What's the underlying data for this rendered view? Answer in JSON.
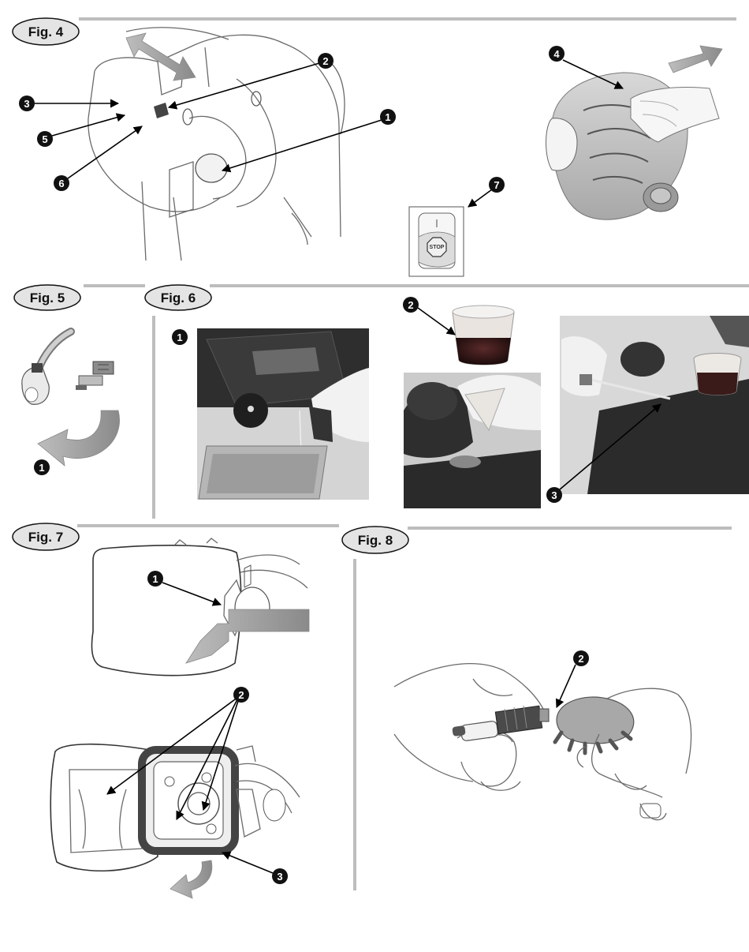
{
  "figures": [
    {
      "id": "fig4",
      "label": "Fig. 4"
    },
    {
      "id": "fig5",
      "label": "Fig. 5"
    },
    {
      "id": "fig6",
      "label": "Fig. 6"
    },
    {
      "id": "fig7",
      "label": "Fig. 7"
    },
    {
      "id": "fig8",
      "label": "Fig. 8"
    }
  ],
  "fig4": {
    "callouts": [
      "1",
      "2",
      "3",
      "4",
      "5",
      "6",
      "7"
    ],
    "switch_label": "STOP"
  },
  "fig5": {
    "callouts": [
      "1"
    ]
  },
  "fig6": {
    "callouts": [
      "1",
      "2",
      "3"
    ]
  },
  "fig7": {
    "callouts": [
      "1",
      "2",
      "3"
    ]
  },
  "fig8": {
    "callouts": [
      "2"
    ]
  },
  "colors": {
    "callout_fill": "#111111",
    "rule": "#bdbdbd",
    "arrow_gray": "#9a9a9a",
    "photo_dark": "#2b2b2b"
  }
}
